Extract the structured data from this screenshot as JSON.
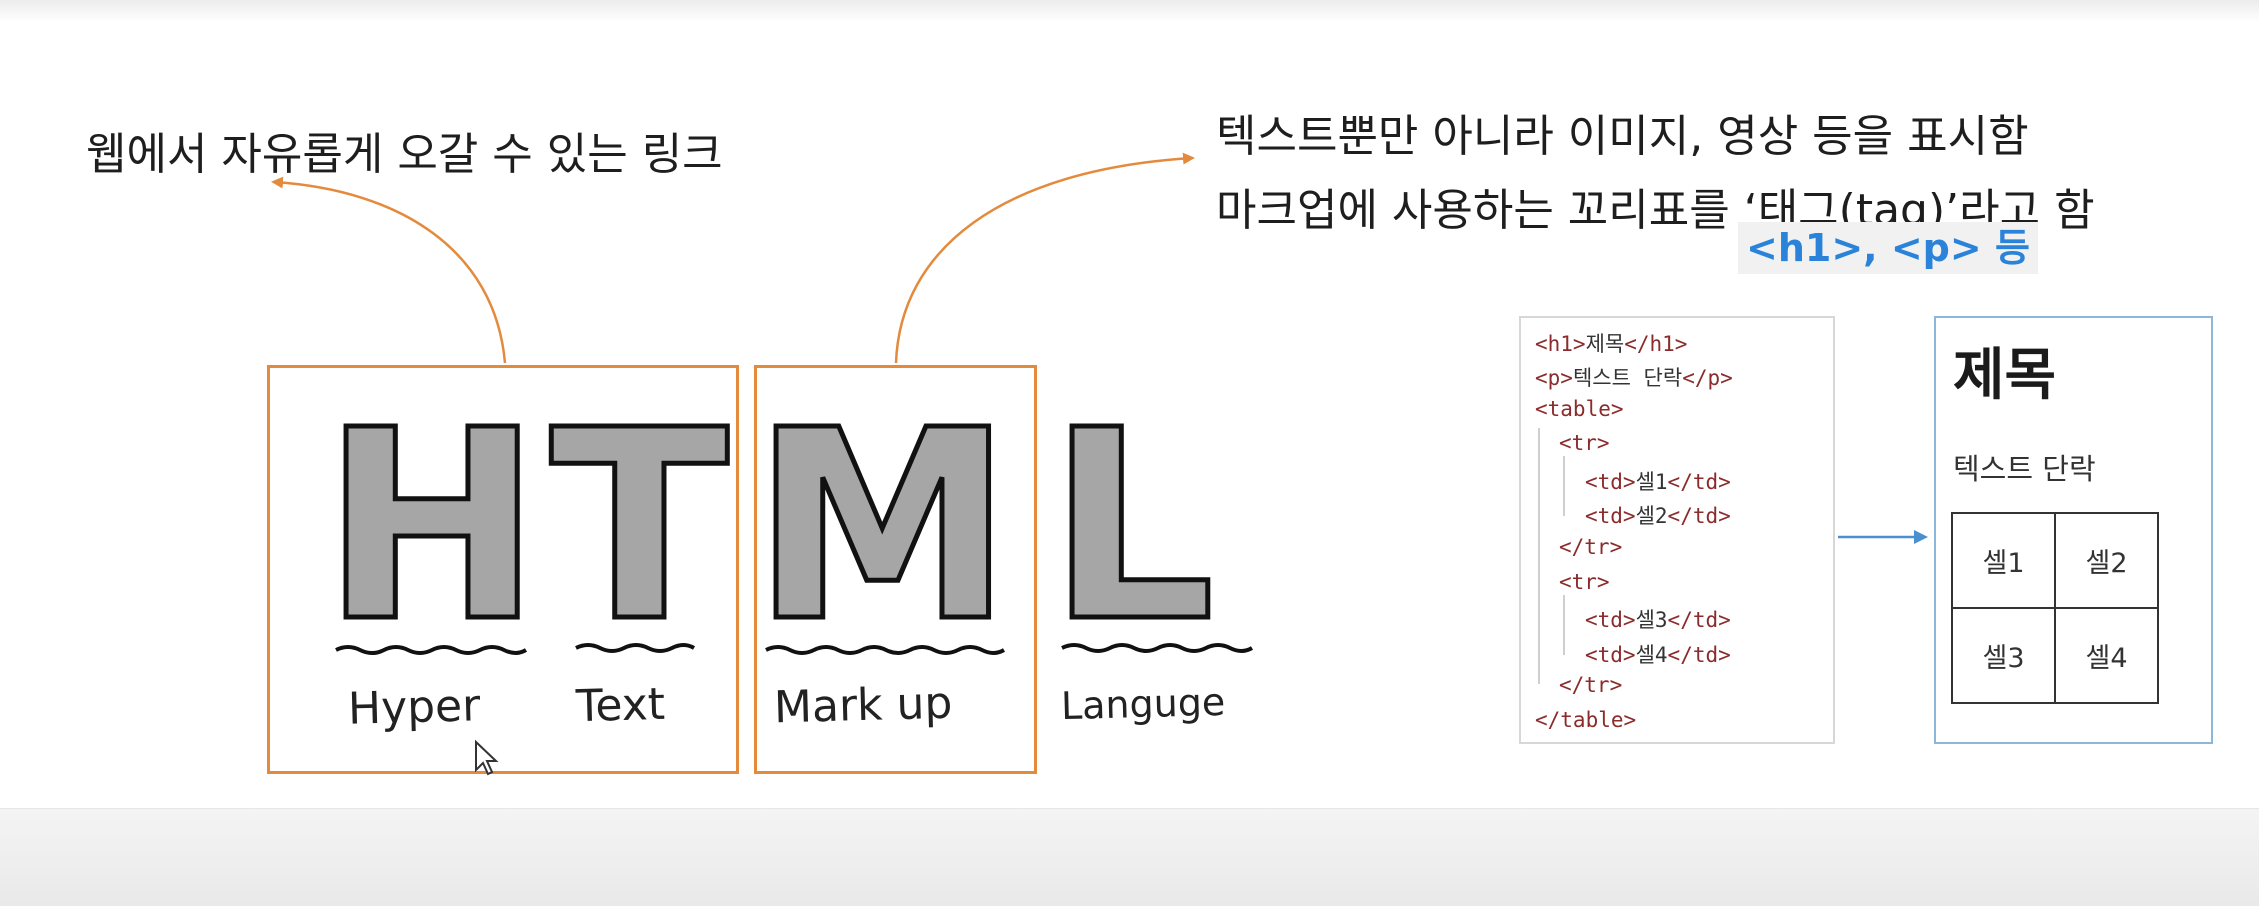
{
  "captions": {
    "hyper_text": "웹에서 자유롭게 오갈 수 있는 링크",
    "markup_line1": "텍스트뿐만 아니라 이미지, 영상 등을 표시함",
    "markup_line2": "마크업에 사용하는 꼬리표를 ‘태그(tag)’라고 함",
    "tag_example": "<h1>, <p> 등"
  },
  "acronym": {
    "letters": [
      "H",
      "T",
      "M",
      "L"
    ],
    "words": [
      "Hyper",
      "Text",
      "Mark up",
      "Languge"
    ]
  },
  "code_lines": [
    {
      "tag_open": "<h1>",
      "text": "제목",
      "tag_close": "</h1>"
    },
    {
      "tag_open": "<p>",
      "text": "텍스트 단락",
      "tag_close": "</p>"
    },
    {
      "tag_open": "<table>",
      "text": "",
      "tag_close": ""
    },
    {
      "tag_open": "<tr>",
      "text": "",
      "tag_close": ""
    },
    {
      "tag_open": "<td>",
      "text": "셀1",
      "tag_close": "</td>"
    },
    {
      "tag_open": "<td>",
      "text": "셀2",
      "tag_close": "</td>"
    },
    {
      "tag_open": "</tr>",
      "text": "",
      "tag_close": ""
    },
    {
      "tag_open": "<tr>",
      "text": "",
      "tag_close": ""
    },
    {
      "tag_open": "<td>",
      "text": "셀3",
      "tag_close": "</td>"
    },
    {
      "tag_open": "<td>",
      "text": "셀4",
      "tag_close": "</td>"
    },
    {
      "tag_open": "</tr>",
      "text": "",
      "tag_close": ""
    },
    {
      "tag_open": "</table>",
      "text": "",
      "tag_close": ""
    }
  ],
  "preview": {
    "heading": "제목",
    "paragraph": "텍스트 단락",
    "cells": [
      [
        "셀1",
        "셀2"
      ],
      [
        "셀3",
        "셀4"
      ]
    ]
  },
  "colors": {
    "box_border": "#e48a3c",
    "arrow_orange": "#e48a3c",
    "arrow_blue": "#4a8fd0",
    "tag_example_text": "#2a83d9",
    "code_tag": "#8b2b2b"
  }
}
